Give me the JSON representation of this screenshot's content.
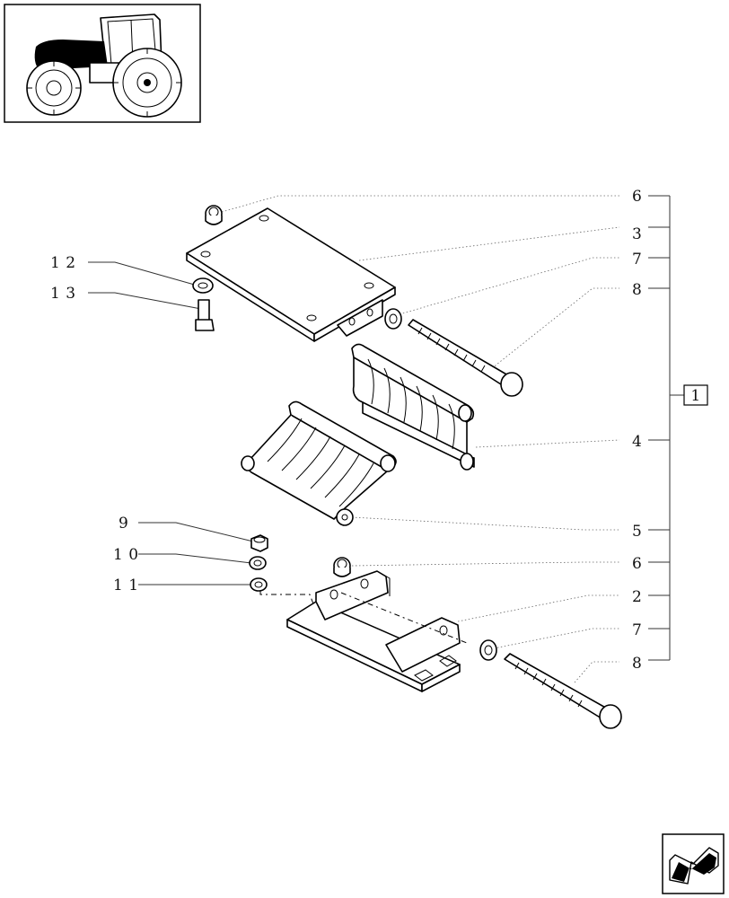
{
  "figure": {
    "thumbnail_icon": "tractor-thumbnail-icon",
    "nav_icon": "next-page-arrow-icon",
    "assembly_label": "1",
    "callouts": {
      "c6a": "6",
      "c3": "3",
      "c7a": "7",
      "c8a": "8",
      "c12": "1 2",
      "c13": "1 3",
      "c4": "4",
      "c5": "5",
      "c9": "9",
      "c10": "1 0",
      "c11": "1 1",
      "c6b": "6",
      "c2": "2",
      "c7b": "7",
      "c8b": "8"
    }
  }
}
